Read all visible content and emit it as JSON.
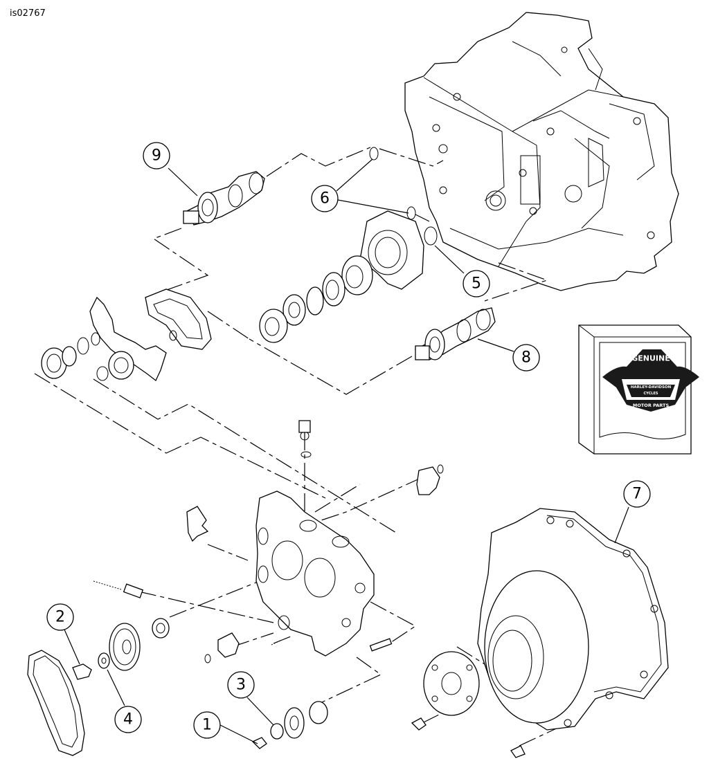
{
  "figure_id": "is02767",
  "callouts": [
    {
      "label": "1"
    },
    {
      "label": "2"
    },
    {
      "label": "3"
    },
    {
      "label": "4"
    },
    {
      "label": "5"
    },
    {
      "label": "6"
    },
    {
      "label": "7"
    },
    {
      "label": "8"
    },
    {
      "label": "9"
    }
  ],
  "logo": {
    "top_word": "GENUINE",
    "brand_line_1": "MOTOR",
    "brand_line_2": "HARLEY-DAVIDSON",
    "brand_line_3": "CYCLES",
    "bottom_word": "MOTOR PARTS",
    "accent": "#1a1a1a"
  }
}
